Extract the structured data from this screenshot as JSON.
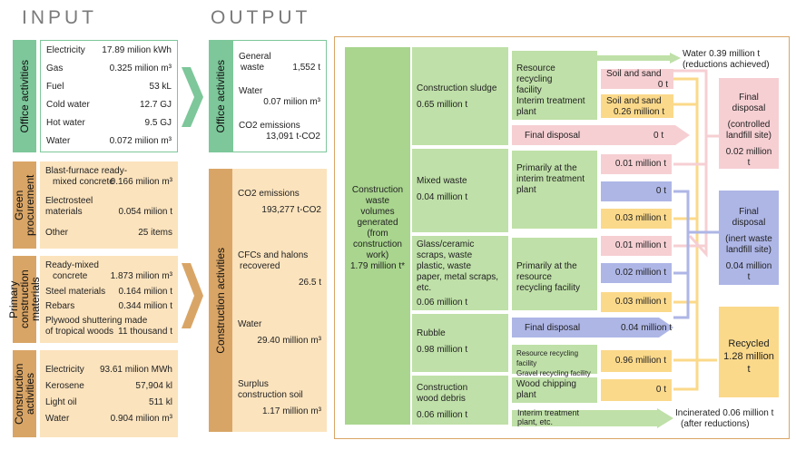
{
  "headers": {
    "input": "INPUT",
    "output": "OUTPUT"
  },
  "input": {
    "office": {
      "label": "Office activities",
      "rows": [
        {
          "item": "Electricity",
          "value": "17.89 milion kWh"
        },
        {
          "item": "Gas",
          "value": "0.325 milion m³"
        },
        {
          "item": "Fuel",
          "value": "53 kL"
        },
        {
          "item": "Cold water",
          "value": "12.7 GJ"
        },
        {
          "item": "Hot water",
          "value": "9.5 GJ"
        },
        {
          "item": "Water",
          "value": "0.072 milion m³"
        }
      ]
    },
    "green": {
      "label": "Green procurement",
      "rows": [
        {
          "item": "Blast-furnace ready-",
          "item2": "mixed concrete",
          "value": "0.166 milion m³"
        },
        {
          "item": "Electrosteel",
          "item2": "materials",
          "value": "0.054 milion t"
        },
        {
          "item": "Other",
          "value": "25 items"
        }
      ]
    },
    "primary": {
      "label": "Primary construction materials",
      "rows": [
        {
          "item": "Ready-mixed",
          "item2": "concrete",
          "value": "1.873 milion m³"
        },
        {
          "item": "Steel materials",
          "value": "0.164 milion t"
        },
        {
          "item": "Rebars",
          "value": "0.344 milion t"
        },
        {
          "item": "Plywood shuttering made",
          "item2": "of tropical woods",
          "value": "11 thousand t"
        }
      ]
    },
    "construction": {
      "label": "Construction activities",
      "rows": [
        {
          "item": "Electricity",
          "value": "93.61 milion MWh"
        },
        {
          "item": "Kerosene",
          "value": "57,904 kl"
        },
        {
          "item": "Light oil",
          "value": "511 kl"
        },
        {
          "item": "Water",
          "value": "0.904 milion m³"
        }
      ]
    }
  },
  "output": {
    "office": {
      "label": "Office activities",
      "general_waste": "General",
      "general_waste2": "waste",
      "general_waste_val": "1,552 t",
      "water": "Water",
      "water_val": "0.07 milion m³",
      "co2": "CO2 emissions",
      "co2_val": "13,091 t-CO2"
    },
    "construction": {
      "label": "Construction activities",
      "co2": "CO2 emissions",
      "co2_val": "193,277 t-CO2",
      "cfc": "CFCs and halons",
      "cfc2": "recovered",
      "cfc_val": "26.5 t",
      "water": "Water",
      "water_val": "29.40 million m³",
      "soil": "Surplus",
      "soil2": "construction soil",
      "soil_val": "1.17 million m³"
    }
  },
  "flow": {
    "total": {
      "l1": "Construction",
      "l2": "waste volumes",
      "l3": "generated (from",
      "l4": "construction",
      "l5": "work)",
      "l6": "1.79 million t*"
    },
    "sludge": {
      "name": "Construction sludge",
      "val": "0.65 million t",
      "proc1": "Resource recycling",
      "proc1b": "facility",
      "proc2": "Interim treatment",
      "proc2b": "plant",
      "final": "Final disposal",
      "final_val": "0 t",
      "soil1": "Soil and sand",
      "soil1_val": "0 t",
      "soil2": "Soil and sand",
      "soil2_val": "0.26  million t"
    },
    "mixed": {
      "name": "Mixed waste",
      "val": "0.04 million t",
      "proc": "Primarily at the",
      "procb": "interim treatment",
      "procc": "plant",
      "v1": "0.01 million t",
      "v2": "0 t",
      "v3": "0.03 million t"
    },
    "glass": {
      "l1": "Glass/ceramic",
      "l2": "scraps, waste",
      "l3": "plastic, waste",
      "l4": "paper, metal scraps,",
      "l5": "etc.",
      "val": "0.06 million t",
      "proc": "Primarily at the",
      "procb": "resource",
      "procc": "recycling facility",
      "v1": "0.01 million t",
      "v2": "0.02 million t",
      "v3": "0.03 million t"
    },
    "rubble": {
      "name": "Rubble",
      "val": "0.98 million t",
      "final": "Final disposal",
      "final_val": "0.04 million t",
      "proc1": "Resource recycling facility",
      "proc2": "Gravel recycling facility",
      "rec_val": "0.96 million t"
    },
    "wood": {
      "l1": "Construction",
      "l2": "wood debris",
      "val": "0.06 million t",
      "proc": "Wood chipping",
      "procb": "plant",
      "proc_val": "0 t",
      "proc2": "Interim treatment",
      "proc2b": "plant, etc."
    },
    "results": {
      "water": "Water 0.39 million t",
      "water2": "(reductions achieved)",
      "final_controlled": "Final disposal",
      "fc2": "(controlled",
      "fc3": "landfill site)",
      "fc_val": "0.02 million t",
      "final_inert": "Final disposal",
      "fi2": "(inert waste",
      "fi3": "landfill site)",
      "fi_val": "0.04 million t",
      "recycled": "Recycled",
      "recycled_val": "1.28 million t",
      "incinerated": "Incinerated 0.06 million t",
      "incinerated2": "(after reductions)"
    }
  },
  "colors": {
    "green": "#7dc79a",
    "tan": "#d9a566",
    "orange_border": "#d9a566",
    "pink": "#f6cfd3",
    "yellow": "#fbd98a",
    "blue": "#aeb6e6",
    "light_green": "#bfe0a8"
  }
}
